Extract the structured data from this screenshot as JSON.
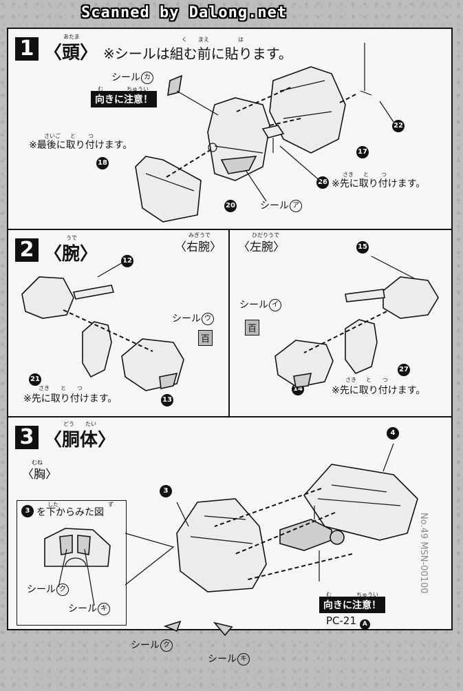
{
  "watermark": "Scanned by Dalong.net",
  "step1": {
    "number": "1",
    "title": "〈頭〉",
    "title_ruby": "あたま",
    "note": "※シールは組む前に貼ります。",
    "note_ruby_ku": "く",
    "note_ruby_mae": "まえ",
    "note_ruby_ha": "は",
    "seal_ka_label": "シール",
    "seal_ka_letter": "カ",
    "caution": "向きに注意！",
    "caution_ruby_mu": "む",
    "caution_ruby_chuui": "ちゅうい",
    "note_last": "※最後に取り付けます。",
    "note_last_ruby_saigo": "さいご",
    "note_last_ruby_to": "と",
    "note_last_ruby_tsu": "つ",
    "note_first": "※先に取り付けます。",
    "note_first_ruby_saki": "さき",
    "note_first_ruby_to": "と",
    "note_first_ruby_tsu": "つ",
    "seal_a_label": "シール",
    "seal_a_letter": "ア",
    "parts": {
      "p22": "22",
      "p17": "17",
      "p18": "18",
      "p26": "26",
      "p20": "20"
    }
  },
  "step2": {
    "number": "2",
    "title": "〈腕〉",
    "title_ruby": "うで",
    "right_arm": "〈右腕〉",
    "right_arm_ruby": "みぎうで",
    "left_arm": "〈左腕〉",
    "left_arm_ruby": "ひだりうで",
    "seal_u_label": "シール",
    "seal_u_letter": "ウ",
    "seal_i_label": "シール",
    "seal_i_letter": "イ",
    "seal_glyph": "百",
    "note_first_left": "※先に取り付けます。",
    "note_first_right": "※先に取り付けます。",
    "ruby_saki": "さき",
    "ruby_to": "と",
    "ruby_tsu": "つ",
    "parts": {
      "p12": "12",
      "p21": "21",
      "p13": "13",
      "p15": "15",
      "p14": "14",
      "p27": "27"
    }
  },
  "step3": {
    "number": "3",
    "title": "〈胴体〉",
    "title_ruby_dou": "どう",
    "title_ruby_tai": "たい",
    "chest": "〈胸〉",
    "chest_ruby": "むね",
    "inset_title": "を下からみた図",
    "inset_badge": "3",
    "inset_ruby_shita": "した",
    "inset_ruby_zu": "ず",
    "inset_seal_ku_label": "シール",
    "inset_seal_ku_letter": "ク",
    "inset_seal_ki_label": "シール",
    "inset_seal_ki_letter": "キ",
    "seal_ku_label": "シール",
    "seal_ku_letter": "ク",
    "seal_ki_label": "シール",
    "seal_ki_letter": "キ",
    "caution": "向きに注意！",
    "caution_ruby_mu": "む",
    "caution_ruby_chuui": "ちゅうい",
    "pc_label": "PC-21",
    "pc_letter": "A",
    "side_text": "No.49 MSN-00100",
    "parts": {
      "p3": "3",
      "p4": "4"
    }
  }
}
